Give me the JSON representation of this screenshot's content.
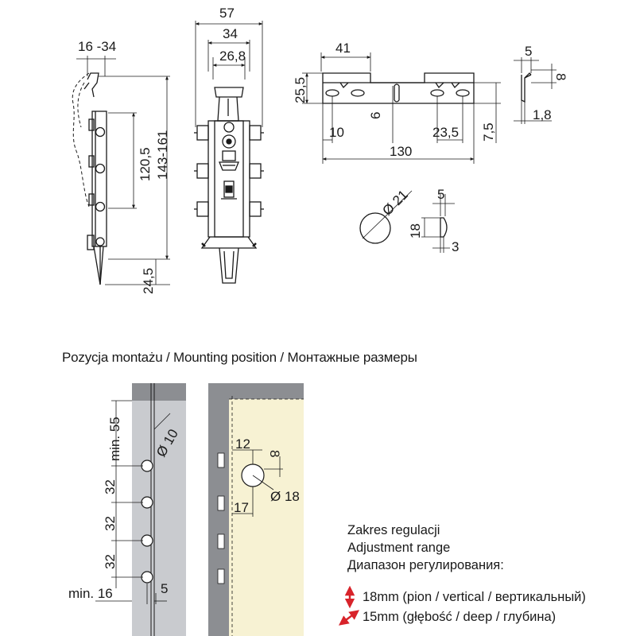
{
  "top": {
    "side_view": {
      "dim_hook": "16 -34",
      "dim_hole_spacing": "120,5",
      "dim_total": "143-161",
      "dim_bottom": "24,5"
    },
    "front_view": {
      "dim_outer": "57",
      "dim_mid": "34",
      "dim_inner": "26,8"
    },
    "rail_view": {
      "dim_top_left": "41",
      "dim_height": "25,5",
      "dim_slot_offset": "10",
      "dim_slot_height": "6",
      "dim_right_slot": "23,5",
      "dim_length": "130",
      "dim_flange": "7,5"
    },
    "bracket_view": {
      "dim_width": "5",
      "dim_height": "8",
      "dim_thickness": "1,8"
    },
    "cap_view": {
      "dim_diameter": "Ø 21",
      "dim_width": "5",
      "dim_height": "18",
      "dim_depth": "3"
    }
  },
  "caption": "Pozycja montażu / Mounting position / Монтажные размеры",
  "mounting": {
    "left_panel": {
      "dim_min_top": "min. 55",
      "dim_hole_dia": "Ø 10",
      "dim_spacing_1": "32",
      "dim_spacing_2": "32",
      "dim_spacing_3": "32",
      "dim_min_edge": "min. 16",
      "dim_edge_offset": "5"
    },
    "right_panel": {
      "dim_offset_x": "12",
      "dim_offset_y": "8",
      "dim_hole_dia": "Ø 18",
      "dim_depth": "17"
    }
  },
  "adjustment": {
    "title_pl": "Zakres regulacji",
    "title_en": "Adjustment range",
    "title_ru": "Диапазон регулирования:",
    "vertical": "18mm (pion / vertical / вертикальный)",
    "depth": "15mm (głębość / deep / глубина)"
  },
  "colors": {
    "line": "#1a1a1a",
    "panel_gray": "#c9cbcf",
    "panel_dark": "#8c8e92",
    "panel_cream": "#f7f2d3",
    "arrow_red": "#d8232a"
  }
}
